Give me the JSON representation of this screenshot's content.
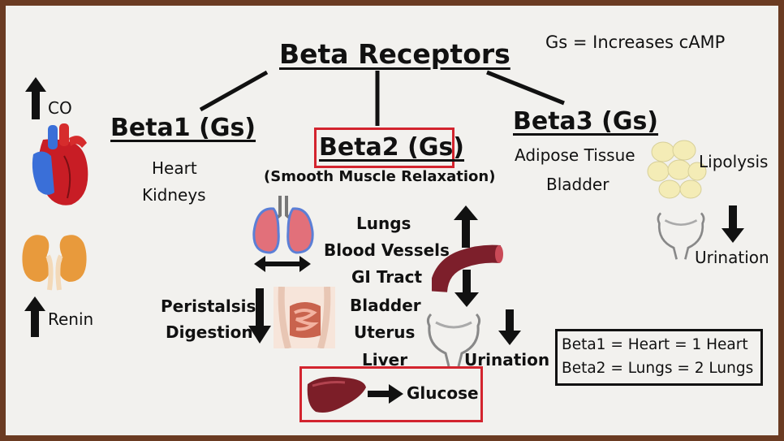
{
  "title": "Beta Receptors",
  "note": "Gs = Increases cAMP",
  "beta1": {
    "heading": "Beta1 (Gs)",
    "items": [
      "Heart",
      "Kidneys"
    ],
    "effects": {
      "heart": "CO",
      "kidney": "Renin"
    }
  },
  "beta2": {
    "heading": "Beta2 (Gs)",
    "subtitle": "(Smooth Muscle Relaxation)",
    "items": [
      "Lungs",
      "Blood Vessels",
      "GI Tract",
      "Bladder",
      "Uterus",
      "Liver"
    ],
    "gi_effect": [
      "Peristalsis",
      "Digestion"
    ],
    "bladder_effect": "Urination",
    "liver_effect": "Glucose"
  },
  "beta3": {
    "heading": "Beta3 (Gs)",
    "items": [
      "Adipose Tissue",
      "Bladder"
    ],
    "adipose_effect": "Lipolysis",
    "bladder_effect": "Urination"
  },
  "mnemonic": [
    "Beta1 = Heart = 1 Heart",
    "Beta2 = Lungs = 2 Lungs"
  ],
  "colors": {
    "highlight_box": "#d3242e",
    "frame": "#6b3b22",
    "background": "#f2f1ee"
  },
  "icons": [
    "heart-icon",
    "kidney-icon",
    "lungs-icon",
    "blood-vessel-icon",
    "intestine-icon",
    "bladder-icon",
    "liver-icon",
    "fat-cells-icon"
  ]
}
